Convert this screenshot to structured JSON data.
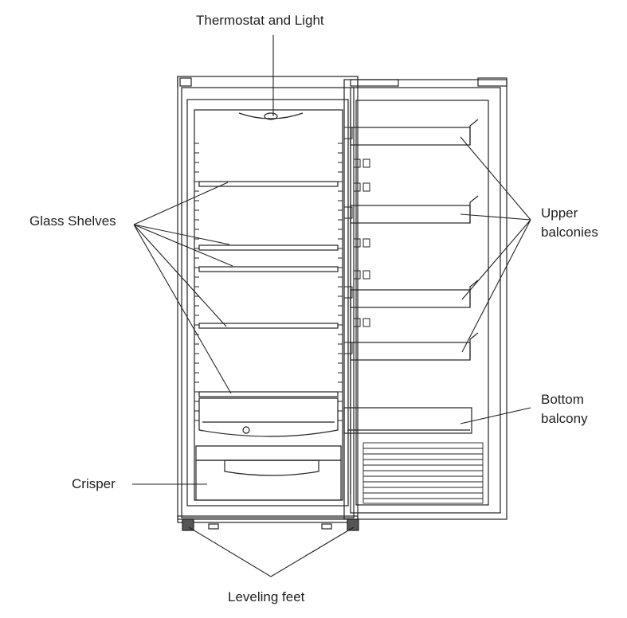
{
  "labels": {
    "thermostat": "Thermostat and Light",
    "glass_shelves": "Glass Shelves",
    "upper_balconies_l1": "Upper",
    "upper_balconies_l2": "balconies",
    "bottom_balcony_l1": "Bottom",
    "bottom_balcony_l2": "balcony",
    "crisper": "Crisper",
    "leveling_feet": "Leveling feet"
  }
}
